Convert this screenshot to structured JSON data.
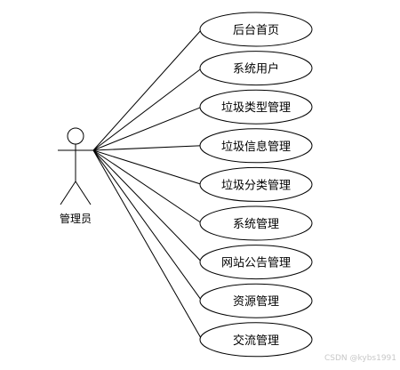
{
  "actor": {
    "label": "管理员"
  },
  "use_cases": [
    {
      "label": "后台首页"
    },
    {
      "label": "系统用户"
    },
    {
      "label": "垃圾类型管理"
    },
    {
      "label": "垃圾信息管理"
    },
    {
      "label": "垃圾分类管理"
    },
    {
      "label": "系统管理"
    },
    {
      "label": "网站公告管理"
    },
    {
      "label": "资源管理"
    },
    {
      "label": "交流管理"
    }
  ],
  "watermark": "CSDN @kybs1991",
  "colors": {
    "stroke": "#000000",
    "background": "#ffffff",
    "watermark": "#c8c8c8"
  }
}
